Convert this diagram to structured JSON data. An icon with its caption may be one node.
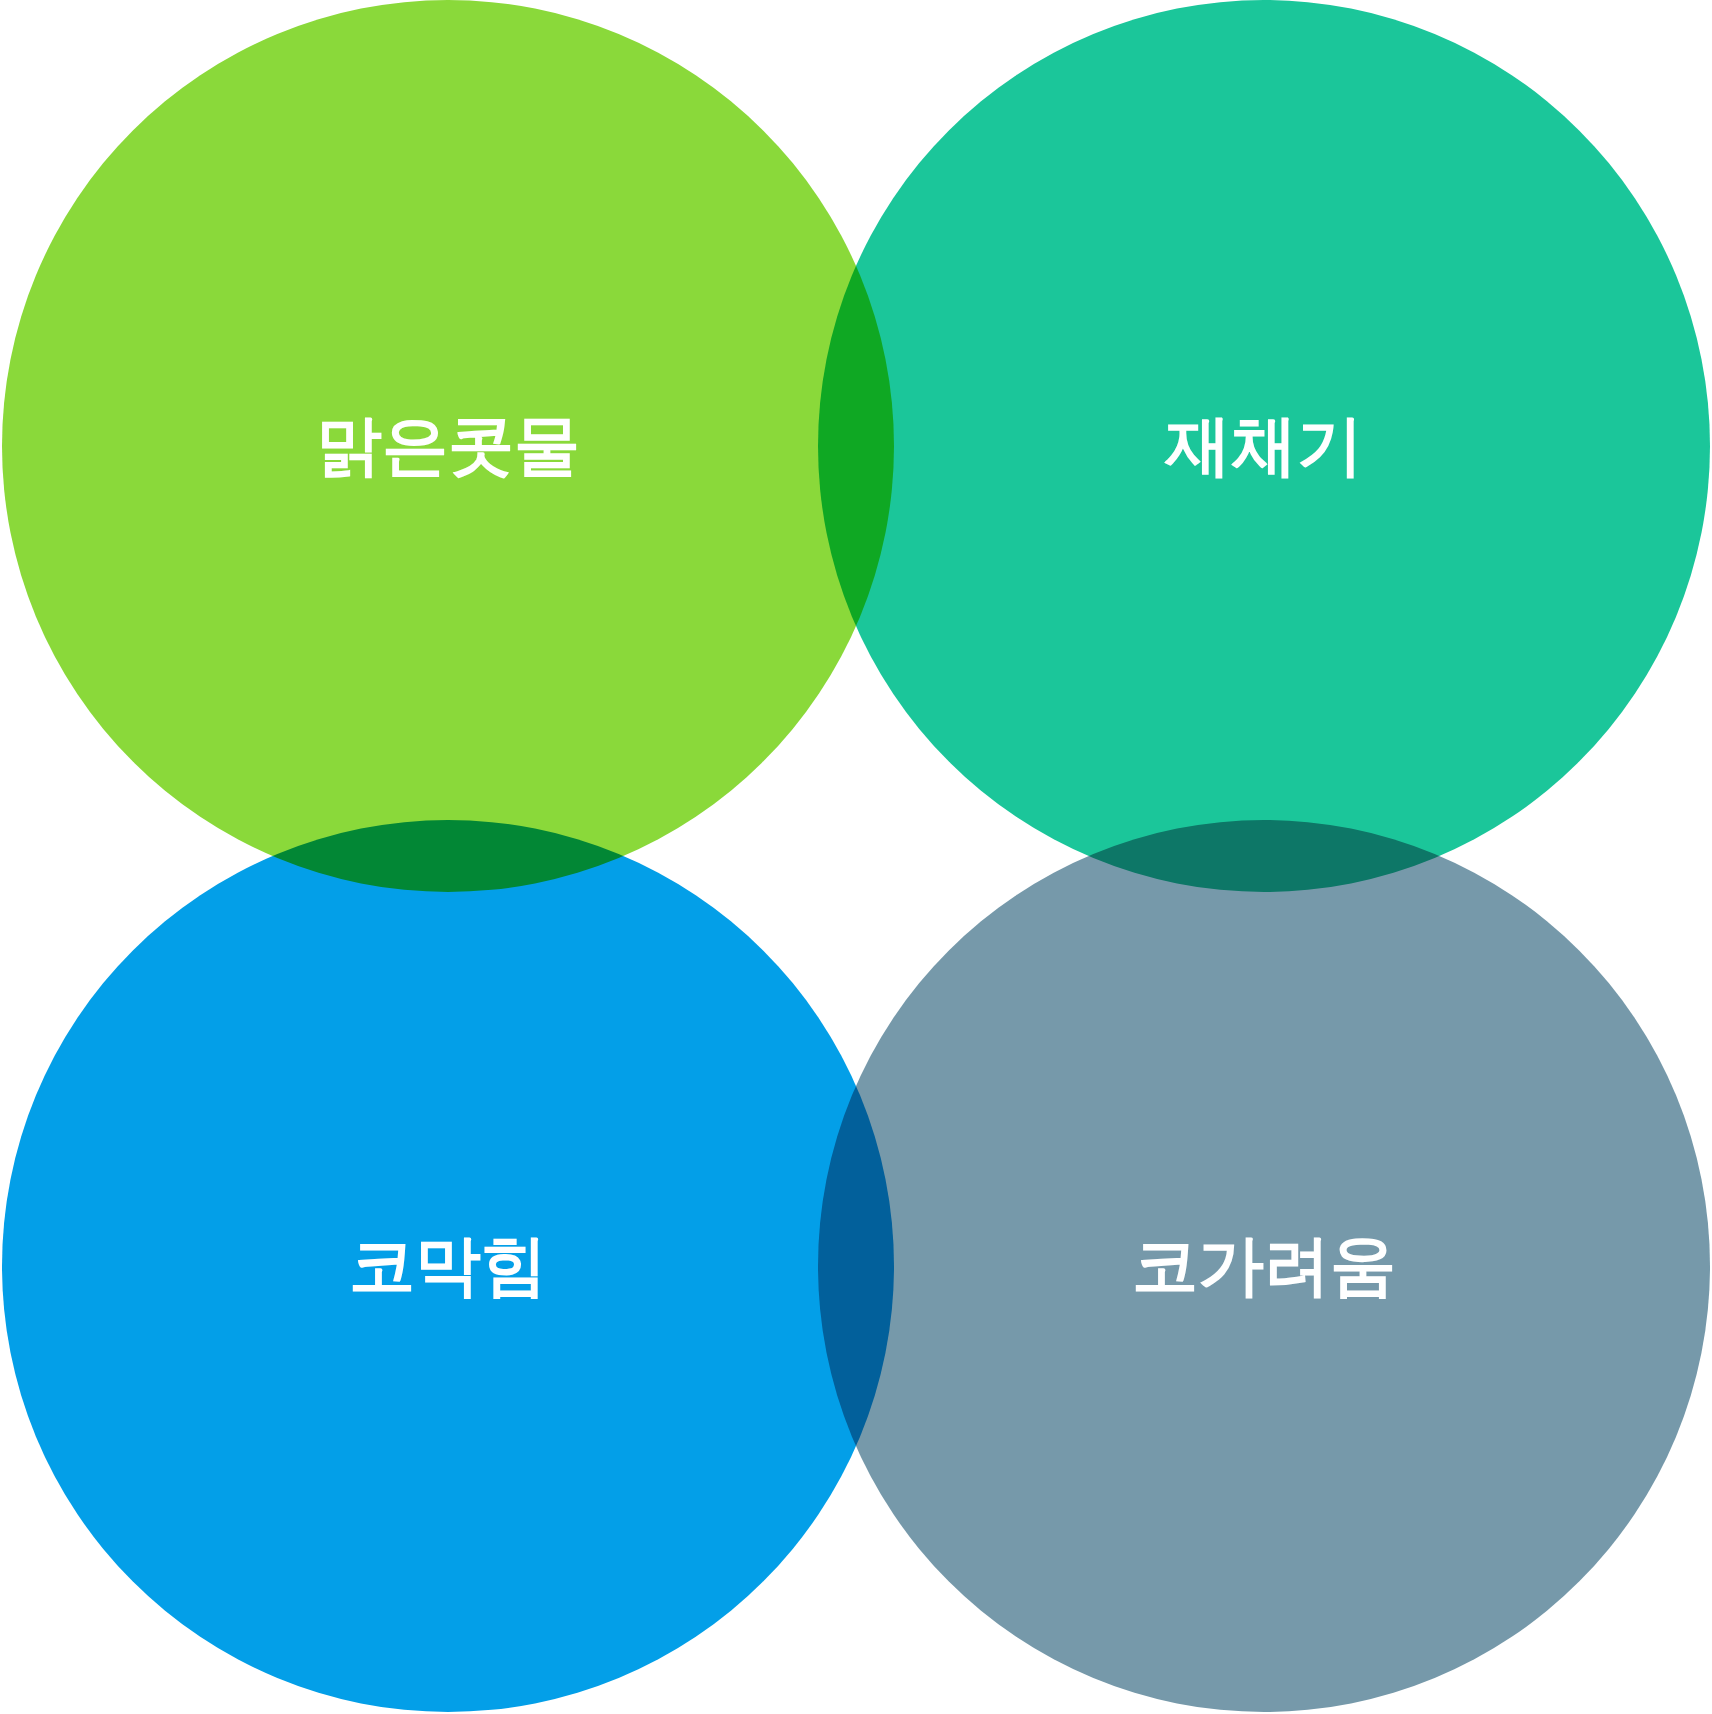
{
  "diagram": {
    "nodes": [
      {
        "text": [
          "맑은콧물"
        ]
      },
      {
        "text": [
          "재채기"
        ]
      },
      {
        "text": [
          "코막힘"
        ]
      },
      {
        "text": [
          "코가려움"
        ]
      }
    ]
  }
}
